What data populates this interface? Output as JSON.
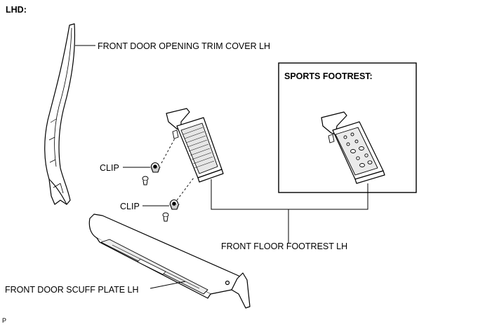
{
  "header": {
    "variant_label": "LHD:"
  },
  "inset": {
    "title": "SPORTS FOOTREST:"
  },
  "callouts": {
    "trim_cover": "FRONT DOOR OPENING TRIM COVER LH",
    "clip_upper": "CLIP",
    "clip_lower": "CLIP",
    "footrest": "FRONT FLOOR FOOTREST LH",
    "scuff_plate": "FRONT DOOR SCUFF PLATE LH"
  },
  "footer": {
    "mark": "P"
  },
  "colors": {
    "line": "#000000",
    "background": "#ffffff"
  }
}
